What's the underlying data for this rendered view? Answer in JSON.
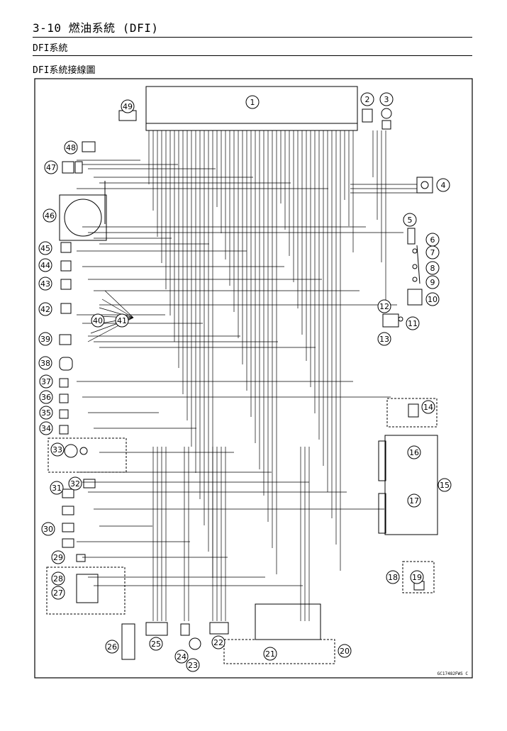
{
  "header": {
    "title": "3-10 燃油系統 (DFI)",
    "subtitle": "DFI系統",
    "section_title": "DFI系統接線圖"
  },
  "diagram": {
    "figure_code": "GC17482FWS C",
    "callouts": [
      "1",
      "2",
      "3",
      "4",
      "5",
      "6",
      "7",
      "8",
      "9",
      "10",
      "11",
      "12",
      "13",
      "14",
      "15",
      "16",
      "17",
      "18",
      "19",
      "20",
      "21",
      "22",
      "23",
      "24",
      "25",
      "26",
      "27",
      "28",
      "29",
      "30",
      "31",
      "32",
      "33",
      "34",
      "35",
      "36",
      "37",
      "38",
      "39",
      "40",
      "41",
      "42",
      "43",
      "44",
      "45",
      "46",
      "47",
      "48",
      "49"
    ]
  }
}
